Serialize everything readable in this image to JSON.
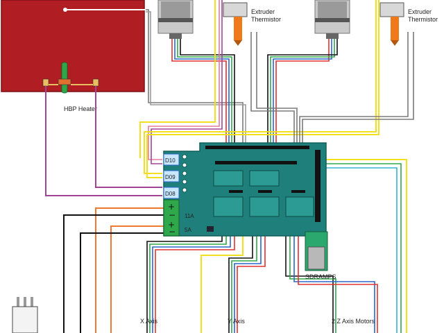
{
  "colors": {
    "heatbed": "#b01e24",
    "heatbed_edge": "#7a1015",
    "board": "#1f7f7a",
    "board_dark": "#145f5b",
    "wire_red": "#e0312f",
    "wire_black": "#111111",
    "wire_purple": "#a04595",
    "wire_yellow": "#f0e020",
    "wire_green": "#2ea84a",
    "wire_blue": "#2a66c8",
    "wire_gray": "#7a7a7a",
    "wire_pink": "#e57aa0",
    "wire_orange": "#f07830",
    "wire_cyan": "#30b6d0",
    "motor_body": "#c9c9c9",
    "hotend_orange": "#f07a1a"
  },
  "labels": {
    "heater": "HBP Heater",
    "thermistor_1": "Extruder\nThermistor",
    "thermistor_2": "Extruder\nThermistor",
    "sdramps": "SDRAMPS",
    "x_axis": "X Axis",
    "y_axis": "Y Axis",
    "z_axis": "2 Z Axis Motors",
    "d10": "D10",
    "d09": "D09",
    "d08": "D08",
    "pwr_11a": "11A",
    "pwr_5a": "5A"
  },
  "icons": {
    "heater_connector": "green-terminal-icon",
    "plug": "power-plug-icon"
  }
}
